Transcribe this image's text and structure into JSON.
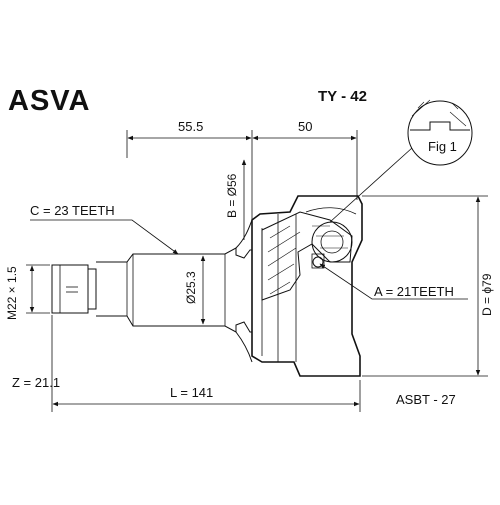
{
  "brand": "ASVA",
  "part_number": "TY - 42",
  "ref_code": "ASBT - 27",
  "figure_label": "Fig 1",
  "dims": {
    "top_left": "55.5",
    "top_right": "50",
    "b": "B = Ø56",
    "c": "C = 23 TEETH",
    "m": "M22 × 1.5",
    "shaft": "Ø25.3",
    "a": "A = 21TEETH",
    "d": "D = ϕ79",
    "z": "Z = 21.1",
    "l": "L = 141"
  }
}
